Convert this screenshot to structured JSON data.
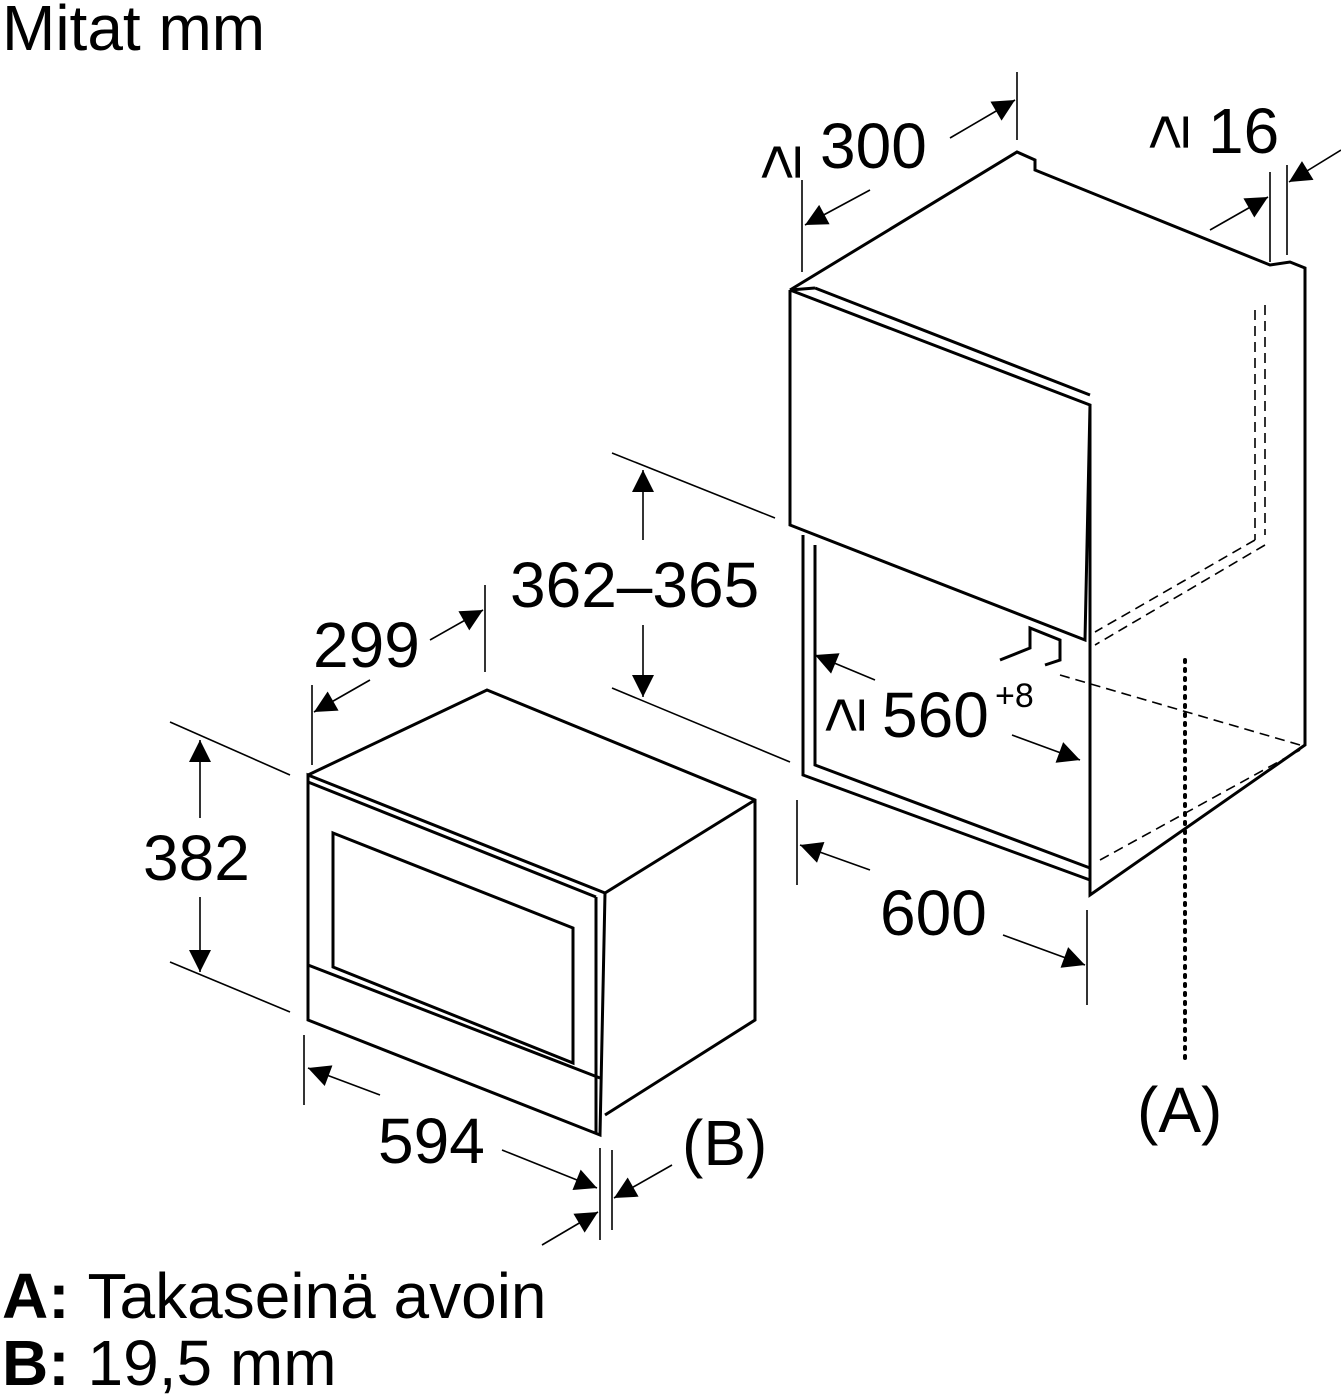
{
  "title": "Mitat mm",
  "dimensions": {
    "ge_symbol": "≥",
    "cabinet_depth": "300",
    "cabinet_gap": "16",
    "niche_height": "362–365",
    "niche_width": "560",
    "niche_width_tolerance": "+8",
    "cabinet_width": "600",
    "appliance_depth": "299",
    "appliance_height": "382",
    "appliance_width": "594"
  },
  "markers": {
    "a": "(A)",
    "b": "(B)"
  },
  "legend": [
    {
      "key": "A:",
      "text": "Takaseinä avoin"
    },
    {
      "key": "B:",
      "text": "19,5 mm"
    }
  ]
}
